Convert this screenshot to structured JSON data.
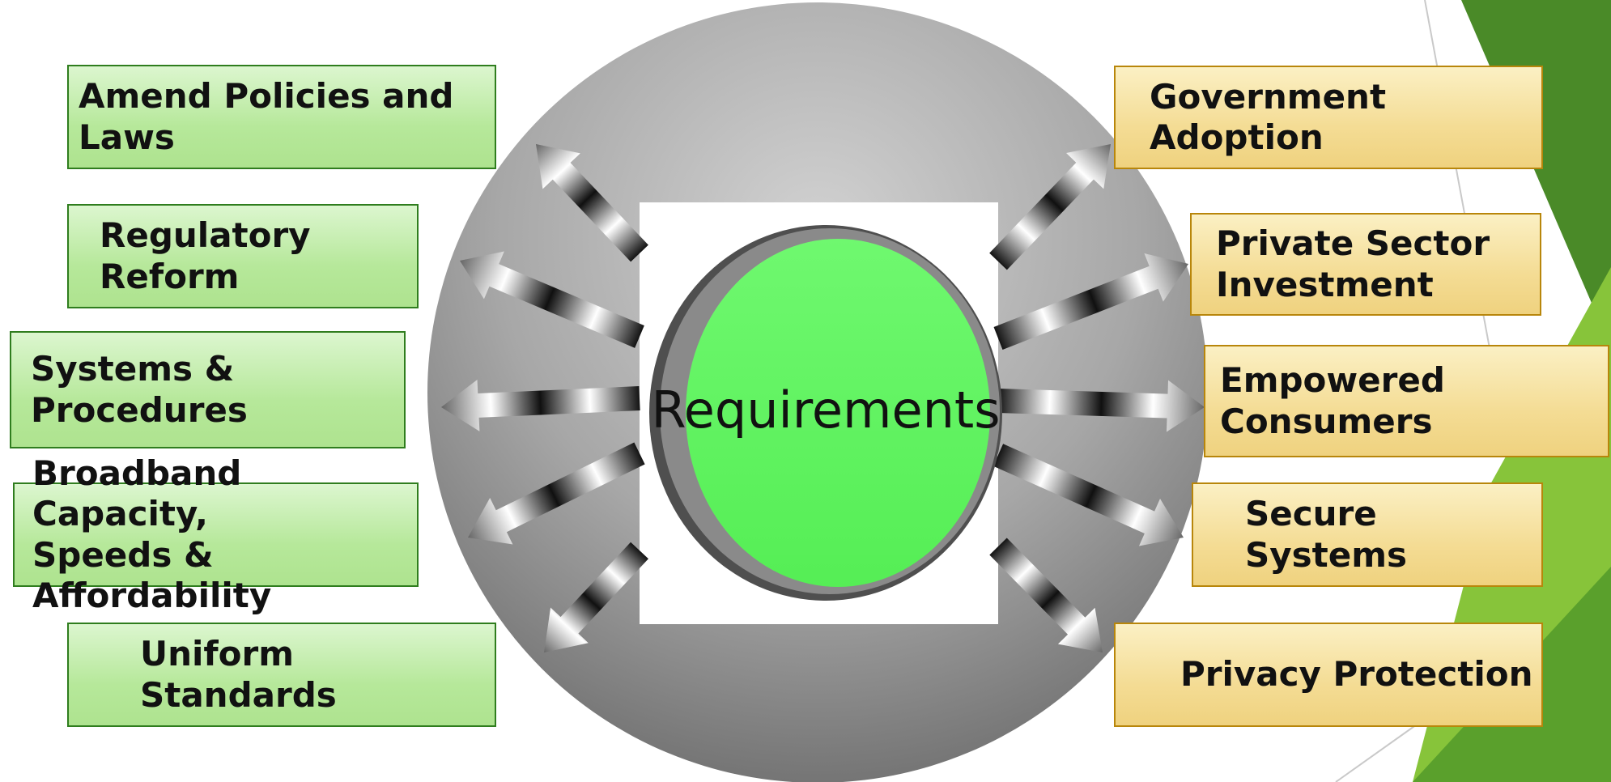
{
  "center": {
    "label": "Requirements"
  },
  "left_boxes": [
    {
      "label": "Amend Policies and\nLaws"
    },
    {
      "label": "Regulatory Reform"
    },
    {
      "label": "Systems & Procedures"
    },
    {
      "label": "Broadband Capacity,\n Speeds & Affordability"
    },
    {
      "label": "Uniform  Standards"
    }
  ],
  "right_boxes": [
    {
      "label": "Government Adoption"
    },
    {
      "label": "Private Sector\nInvestment"
    },
    {
      "label": "Empowered Consumers"
    },
    {
      "label": "Secure Systems"
    },
    {
      "label": "Privacy Protection"
    }
  ],
  "colors": {
    "green_box_fill": "#b6e89a",
    "green_box_border": "#2f7d1e",
    "yellow_box_fill": "#f4dc94",
    "yellow_box_border": "#b8860b",
    "center_disc": "#62f562",
    "sphere": "#9a9a9a",
    "slide_accent_dark": "#3f7f22",
    "slide_accent_light": "#8dc63f"
  }
}
